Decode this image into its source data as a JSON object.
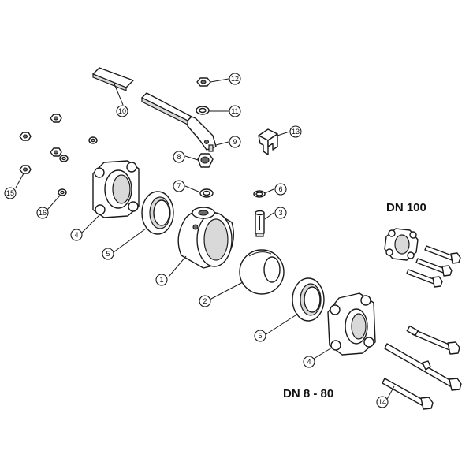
{
  "dn_large_label": "DN 100",
  "dn_small_label": "DN 8 - 80",
  "callouts": [
    "1",
    "2",
    "3",
    "4",
    "4",
    "5",
    "5",
    "6",
    "7",
    "8",
    "9",
    "10",
    "11",
    "12",
    "13",
    "14",
    "15",
    "16"
  ],
  "parts": [
    {
      "number": "1",
      "icon": "valve-body-icon"
    },
    {
      "number": "2",
      "icon": "ball-icon"
    },
    {
      "number": "3",
      "icon": "stem-icon"
    },
    {
      "number": "4",
      "icon": "end-connector-icon"
    },
    {
      "number": "5",
      "icon": "seat-ring-icon"
    },
    {
      "number": "6",
      "icon": "o-ring-icon"
    },
    {
      "number": "7",
      "icon": "washer-icon"
    },
    {
      "number": "8",
      "icon": "gland-nut-icon"
    },
    {
      "number": "9",
      "icon": "stop-plate-icon"
    },
    {
      "number": "10",
      "icon": "handle-grip-icon"
    },
    {
      "number": "11",
      "icon": "washer-icon"
    },
    {
      "number": "12",
      "icon": "hex-nut-icon"
    },
    {
      "number": "13",
      "icon": "locking-clip-icon"
    },
    {
      "number": "14",
      "icon": "bolt-icon"
    },
    {
      "number": "15",
      "icon": "hex-nut-icon"
    },
    {
      "number": "16",
      "icon": "washer-icon"
    }
  ]
}
